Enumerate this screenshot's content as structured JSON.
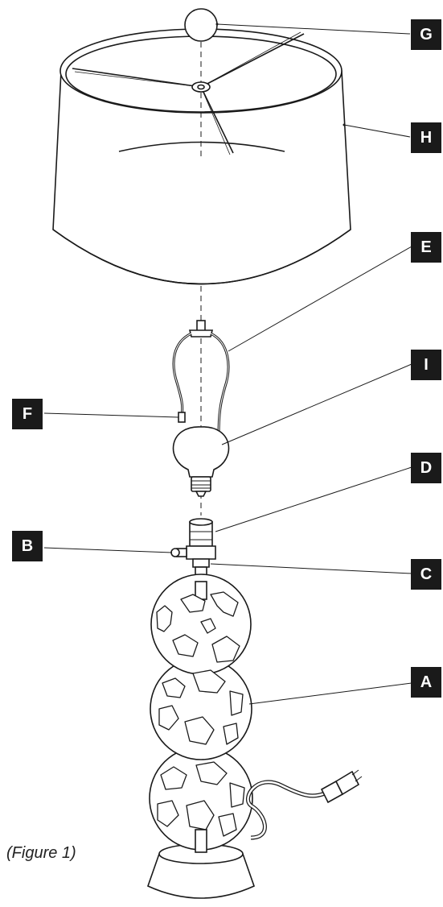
{
  "caption": "(Figure 1)",
  "labels": {
    "G": "G",
    "H": "H",
    "E": "E",
    "I": "I",
    "F": "F",
    "D": "D",
    "B": "B",
    "C": "C",
    "A": "A"
  },
  "colors": {
    "ink": "#1a1a1a",
    "label_bg": "#1a1a1a",
    "label_text": "#ffffff"
  }
}
